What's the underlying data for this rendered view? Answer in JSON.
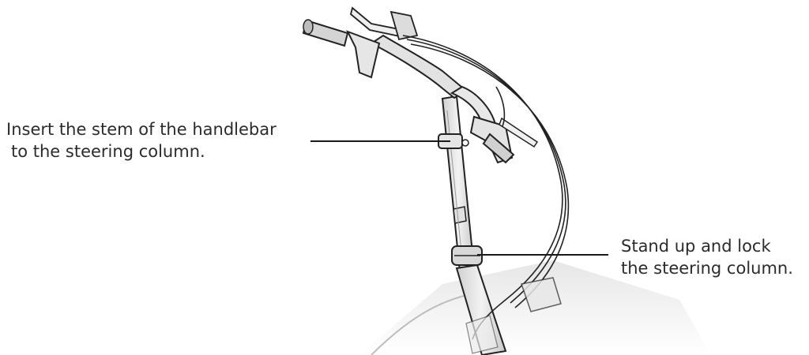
{
  "callouts": [
    {
      "line1": "Insert the stem of the handlebar",
      "line2": "to the steering column."
    },
    {
      "line1": "Stand up and lock",
      "line2": "the steering column."
    }
  ],
  "colors": {
    "ink": "#2b2b2b",
    "line": "#1a1a1a",
    "frame_fill": "#e9e9e9",
    "part_fill": "#dedede"
  },
  "icons": [
    "handlebar-assembly-illustration"
  ]
}
